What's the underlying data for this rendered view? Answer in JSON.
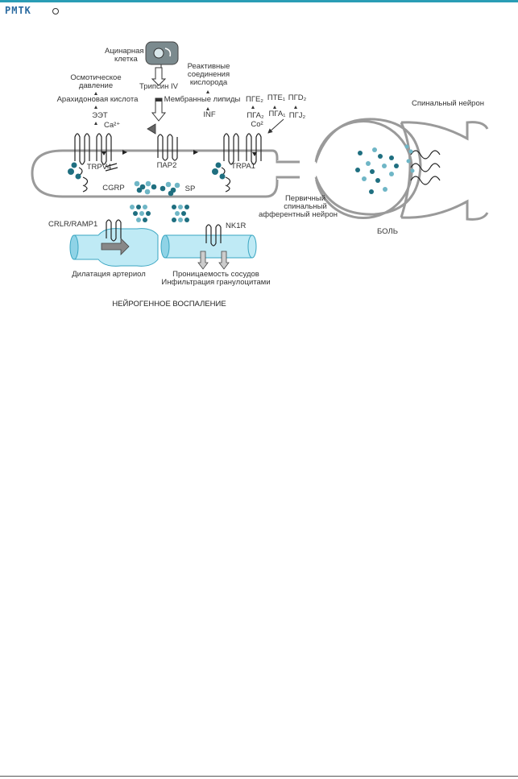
{
  "header": {
    "logo_text": "PMTK",
    "accent_color": "#2a9db5"
  },
  "diagram": {
    "labels": {
      "acinar_cell": [
        "Ацинарная",
        "клетка"
      ],
      "osmotic_pressure": [
        "Осмотическое",
        "давление"
      ],
      "trypsin": "Трипсин IV",
      "reactive_oxygen": [
        "Реактивные",
        "соединения",
        "кислорода"
      ],
      "arachidonic_acid": "Арахидоновая кислота",
      "membrane_lipids": "Мембранные липиды",
      "eet": "ЭЭТ",
      "ca": "Ca²⁺",
      "inf": "INF",
      "pge2": "ПГЕ₂",
      "pte1": "ПТЕ₁",
      "pgd2": "ПГD₂",
      "pga2": "ПГА₂",
      "pga1": "ПГА₁",
      "pgj2": "ПГJ₂",
      "co2": "Co²",
      "spinal_neuron": "Спинальный нейрон",
      "trpv4": "TRPV4",
      "par2": "ПАР2",
      "trpa1": "TRPA1",
      "cgrp": "CGRP",
      "sp": "SP",
      "primary_neuron": [
        "Первичный",
        "спинальный",
        "афферентный нейрон"
      ],
      "pain": "БОЛЬ",
      "crlr_ramp1": "CRLR/RAMP1",
      "nk1r": "NK1R",
      "arteriole_dilation": "Дилатация артериол",
      "vessel_permeability": [
        "Проницаемость сосудов",
        "Инфильтрация гранулоцитами"
      ],
      "neurogenic_inflammation": "НЕЙРОГЕННОЕ   ВОСПАЛЕНИЕ"
    },
    "colors": {
      "outline": "#9a9a9a",
      "dot_dark": "#1f6f80",
      "dot_light": "#6fb6c6",
      "vessel_fill": "#bfeaf5",
      "vessel_stroke": "#3aa6c2"
    }
  }
}
